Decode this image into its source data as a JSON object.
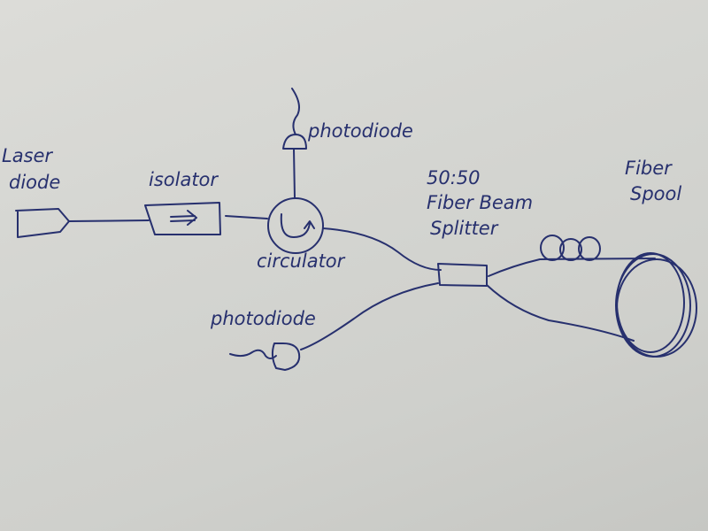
{
  "labels": {
    "laser_line1": "Laser",
    "laser_line2": "diode",
    "isolator": "isolator",
    "photodiode_top": "photodiode",
    "circulator": "circulator",
    "splitter_line1": "50:50",
    "splitter_line2": "Fiber Beam",
    "splitter_line3": "Splitter",
    "spool_line1": "Fiber",
    "spool_line2": "Spool",
    "photodiode_bottom": "photodiode"
  },
  "colors": {
    "ink": "#27306e",
    "board": "#d4d5d1"
  }
}
